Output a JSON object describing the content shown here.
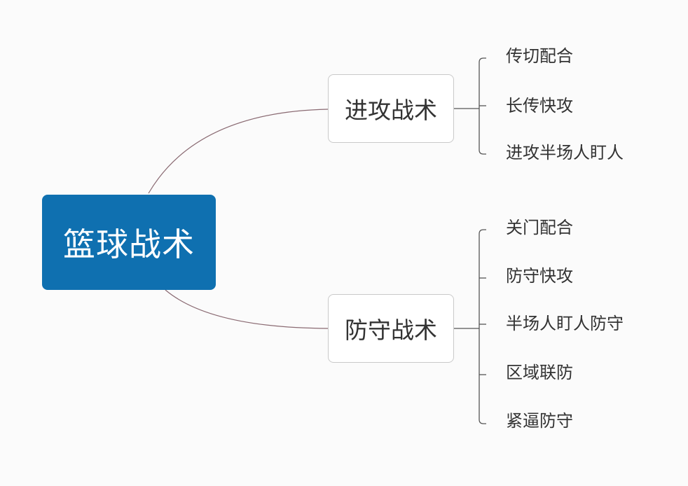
{
  "mindmap": {
    "root": {
      "label": "篮球战术",
      "color": "#0f70b0"
    },
    "branches": [
      {
        "label": "进攻战术",
        "children": [
          "传切配合",
          "长传快攻",
          "进攻半场人盯人"
        ]
      },
      {
        "label": "防守战术",
        "children": [
          "关门配合",
          "防守快攻",
          "半场人盯人防守",
          "区域联防",
          "紧逼防守"
        ]
      }
    ],
    "colors": {
      "connector": "#8a6a72",
      "bracket": "#555555",
      "node_border": "#c9c9c9",
      "text": "#333333"
    }
  }
}
